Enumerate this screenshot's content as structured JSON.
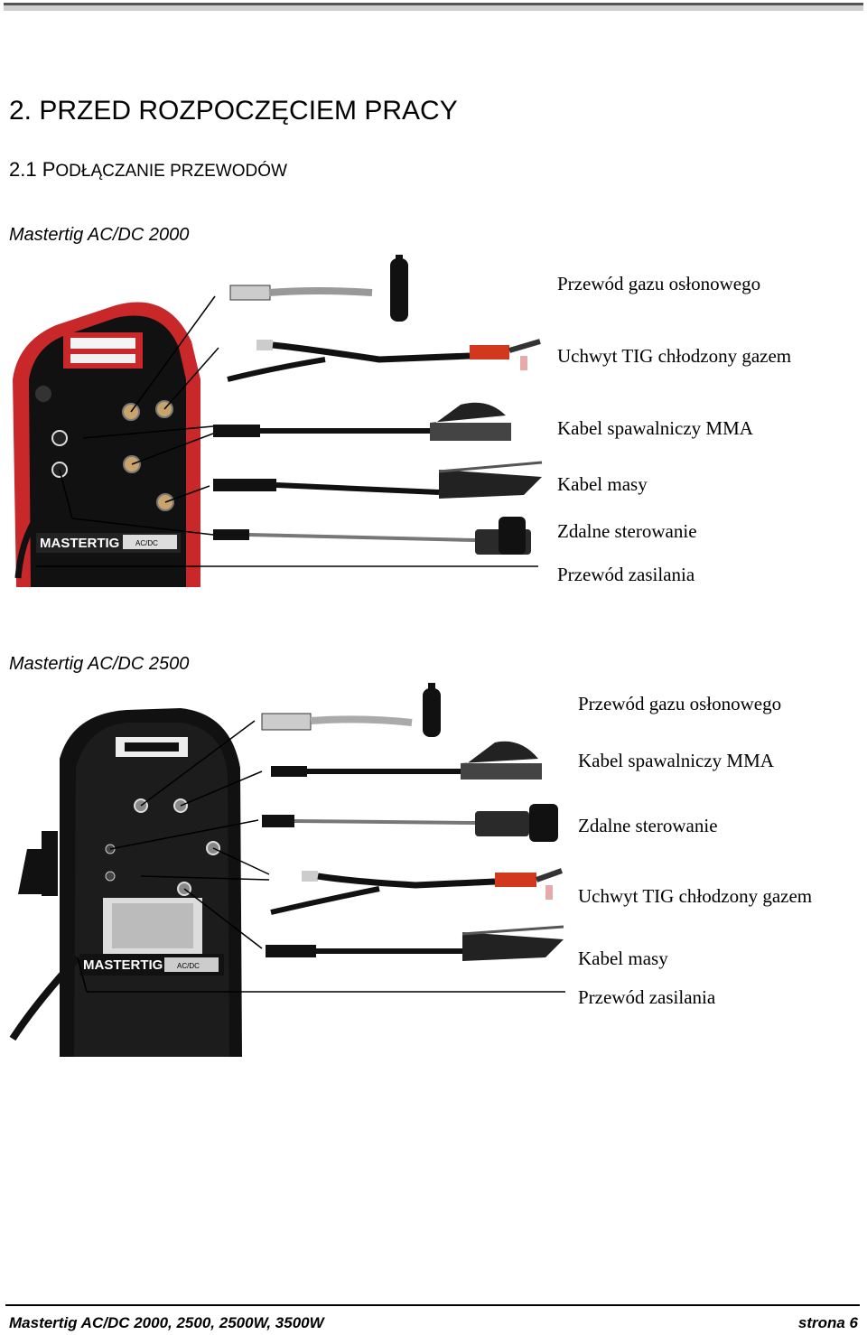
{
  "page": {
    "heading": "2. PRZED ROZPOCZĘCIEM PRACY",
    "subheading_num": "2.1 ",
    "subheading_p": "P",
    "subheading_rest": "ODŁĄCZANIE PRZEWODÓW"
  },
  "section1": {
    "model": "Mastertig AC/DC 2000",
    "labels": [
      "Przewód gazu osłonowego",
      "Uchwyt TIG chłodzony gazem",
      "Kabel spawalniczy MMA",
      "Kabel masy",
      "Zdalne sterowanie",
      "Przewód zasilania"
    ],
    "brand": "MASTERTIG",
    "badge": "AC/DC"
  },
  "section2": {
    "model": "Mastertig AC/DC 2500",
    "labels": [
      "Przewód gazu osłonowego",
      "Kabel spawalniczy MMA",
      "Zdalne sterowanie",
      "Uchwyt TIG chłodzony gazem",
      "Kabel masy",
      "Przewód zasilania"
    ],
    "brand": "MASTERTIG",
    "badge": "AC/DC"
  },
  "footer": {
    "left": "Mastertig AC/DC 2000, 2500, 2500W, 3500W",
    "right": "strona 6"
  }
}
